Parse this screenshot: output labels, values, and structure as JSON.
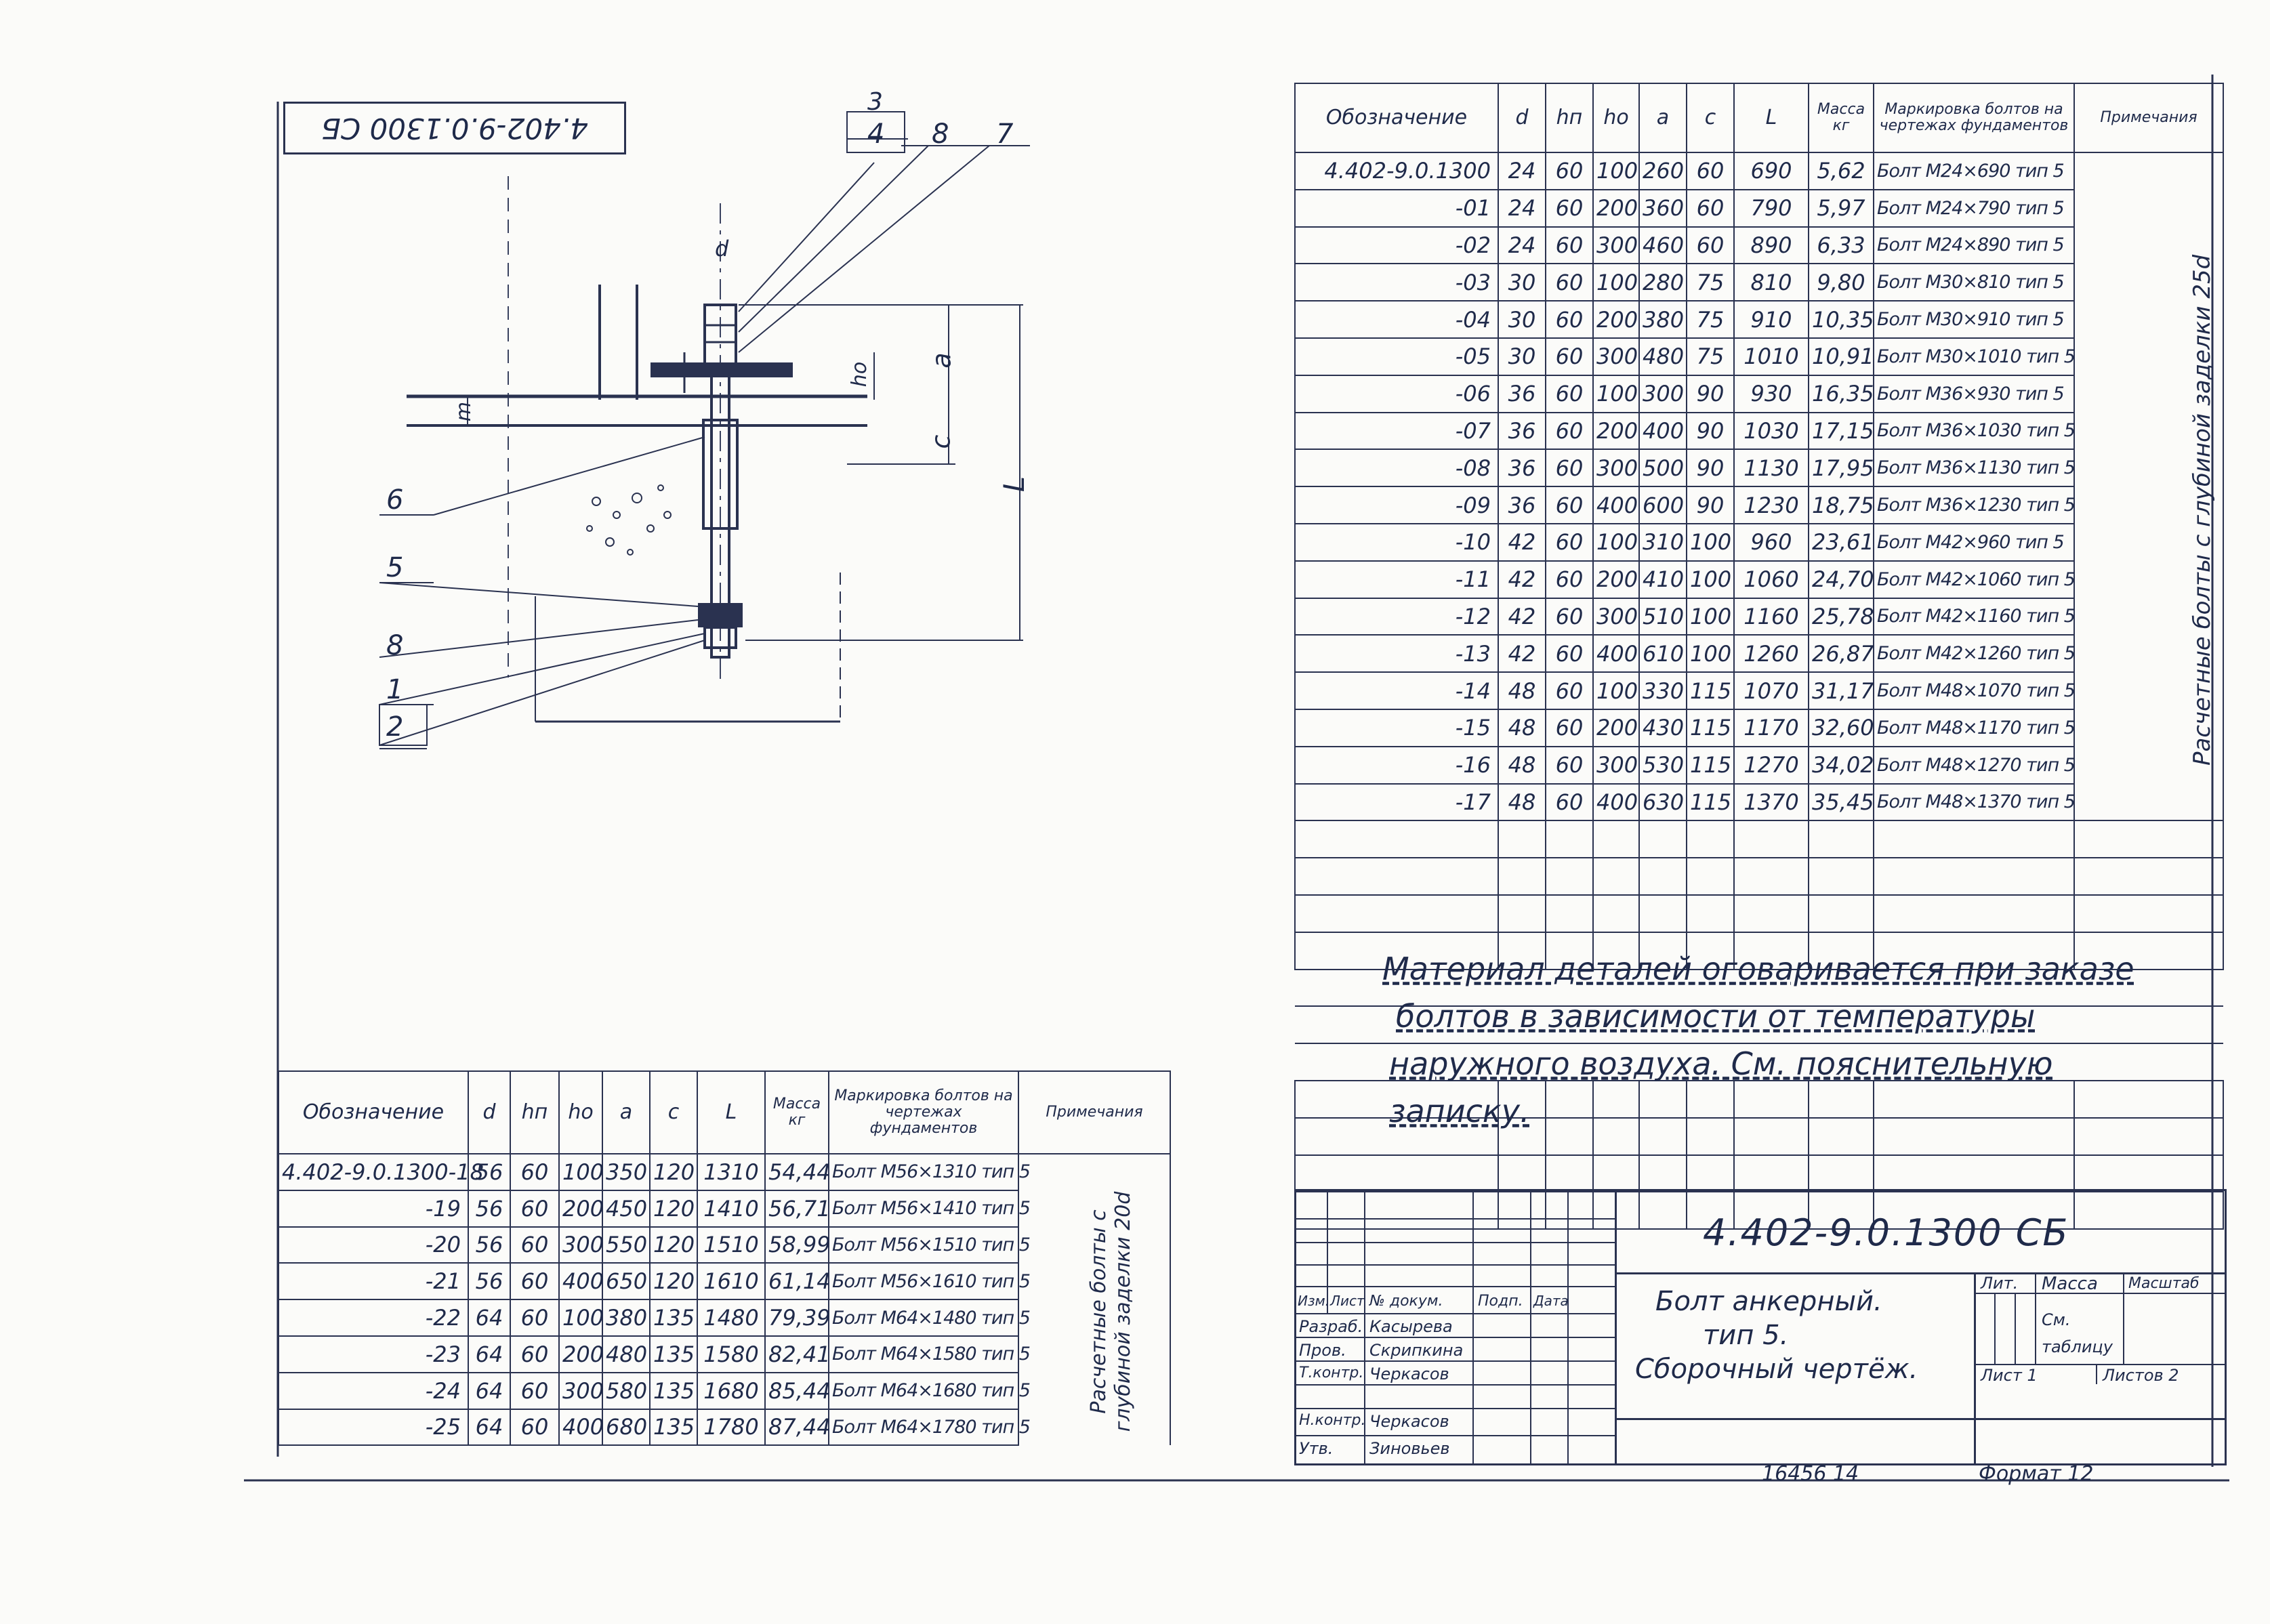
{
  "stamp_top": "4.402-9.0.1300 СБ",
  "callouts": [
    "3",
    "4",
    "8",
    "7",
    "6",
    "5",
    "8",
    "1",
    "2"
  ],
  "dimension_labels": {
    "d": "d",
    "a": "a",
    "c": "c",
    "ho": "ho",
    "L": "L",
    "m": "m"
  },
  "columns": {
    "designation": "Обозначение",
    "d": "d",
    "hn": "hп",
    "ho": "hо",
    "a": "a",
    "c": "c",
    "L": "L",
    "mass": "Масса кг",
    "marking": "Маркировка болтов на чертежах фундаментов",
    "notes": "Примечания"
  },
  "right_table": {
    "note": "Расчетные болты с глубиной заделки 25d",
    "rows": [
      {
        "des": "4.402-9.0.1300",
        "d": "24",
        "hn": "60",
        "ho": "100",
        "a": "260",
        "c": "60",
        "L": "690",
        "mass": "5,62",
        "mark": "Болт М24×690 тип 5"
      },
      {
        "des": "-01",
        "d": "24",
        "hn": "60",
        "ho": "200",
        "a": "360",
        "c": "60",
        "L": "790",
        "mass": "5,97",
        "mark": "Болт М24×790 тип 5"
      },
      {
        "des": "-02",
        "d": "24",
        "hn": "60",
        "ho": "300",
        "a": "460",
        "c": "60",
        "L": "890",
        "mass": "6,33",
        "mark": "Болт М24×890 тип 5"
      },
      {
        "des": "-03",
        "d": "30",
        "hn": "60",
        "ho": "100",
        "a": "280",
        "c": "75",
        "L": "810",
        "mass": "9,80",
        "mark": "Болт М30×810 тип 5"
      },
      {
        "des": "-04",
        "d": "30",
        "hn": "60",
        "ho": "200",
        "a": "380",
        "c": "75",
        "L": "910",
        "mass": "10,35",
        "mark": "Болт М30×910 тип 5"
      },
      {
        "des": "-05",
        "d": "30",
        "hn": "60",
        "ho": "300",
        "a": "480",
        "c": "75",
        "L": "1010",
        "mass": "10,91",
        "mark": "Болт М30×1010 тип 5"
      },
      {
        "des": "-06",
        "d": "36",
        "hn": "60",
        "ho": "100",
        "a": "300",
        "c": "90",
        "L": "930",
        "mass": "16,35",
        "mark": "Болт М36×930 тип 5"
      },
      {
        "des": "-07",
        "d": "36",
        "hn": "60",
        "ho": "200",
        "a": "400",
        "c": "90",
        "L": "1030",
        "mass": "17,15",
        "mark": "Болт М36×1030 тип 5"
      },
      {
        "des": "-08",
        "d": "36",
        "hn": "60",
        "ho": "300",
        "a": "500",
        "c": "90",
        "L": "1130",
        "mass": "17,95",
        "mark": "Болт М36×1130 тип 5"
      },
      {
        "des": "-09",
        "d": "36",
        "hn": "60",
        "ho": "400",
        "a": "600",
        "c": "90",
        "L": "1230",
        "mass": "18,75",
        "mark": "Болт М36×1230 тип 5"
      },
      {
        "des": "-10",
        "d": "42",
        "hn": "60",
        "ho": "100",
        "a": "310",
        "c": "100",
        "L": "960",
        "mass": "23,61",
        "mark": "Болт М42×960 тип 5"
      },
      {
        "des": "-11",
        "d": "42",
        "hn": "60",
        "ho": "200",
        "a": "410",
        "c": "100",
        "L": "1060",
        "mass": "24,70",
        "mark": "Болт М42×1060 тип 5"
      },
      {
        "des": "-12",
        "d": "42",
        "hn": "60",
        "ho": "300",
        "a": "510",
        "c": "100",
        "L": "1160",
        "mass": "25,78",
        "mark": "Болт М42×1160 тип 5"
      },
      {
        "des": "-13",
        "d": "42",
        "hn": "60",
        "ho": "400",
        "a": "610",
        "c": "100",
        "L": "1260",
        "mass": "26,87",
        "mark": "Болт М42×1260 тип 5"
      },
      {
        "des": "-14",
        "d": "48",
        "hn": "60",
        "ho": "100",
        "a": "330",
        "c": "115",
        "L": "1070",
        "mass": "31,17",
        "mark": "Болт М48×1070 тип 5"
      },
      {
        "des": "-15",
        "d": "48",
        "hn": "60",
        "ho": "200",
        "a": "430",
        "c": "115",
        "L": "1170",
        "mass": "32,60",
        "mark": "Болт М48×1170 тип 5"
      },
      {
        "des": "-16",
        "d": "48",
        "hn": "60",
        "ho": "300",
        "a": "530",
        "c": "115",
        "L": "1270",
        "mass": "34,02",
        "mark": "Болт М48×1270 тип 5"
      },
      {
        "des": "-17",
        "d": "48",
        "hn": "60",
        "ho": "400",
        "a": "630",
        "c": "115",
        "L": "1370",
        "mass": "35,45",
        "mark": "Болт М48×1370 тип 5"
      }
    ]
  },
  "left_table": {
    "note": "Расчетные болты с глубиной заделки 20d",
    "rows": [
      {
        "des": "4.402-9.0.1300-18",
        "d": "56",
        "hn": "60",
        "ho": "100",
        "a": "350",
        "c": "120",
        "L": "1310",
        "mass": "54,44",
        "mark": "Болт М56×1310 тип 5"
      },
      {
        "des": "-19",
        "d": "56",
        "hn": "60",
        "ho": "200",
        "a": "450",
        "c": "120",
        "L": "1410",
        "mass": "56,71",
        "mark": "Болт М56×1410 тип 5"
      },
      {
        "des": "-20",
        "d": "56",
        "hn": "60",
        "ho": "300",
        "a": "550",
        "c": "120",
        "L": "1510",
        "mass": "58,99",
        "mark": "Болт М56×1510 тип 5"
      },
      {
        "des": "-21",
        "d": "56",
        "hn": "60",
        "ho": "400",
        "a": "650",
        "c": "120",
        "L": "1610",
        "mass": "61,14",
        "mark": "Болт М56×1610 тип 5"
      },
      {
        "des": "-22",
        "d": "64",
        "hn": "60",
        "ho": "100",
        "a": "380",
        "c": "135",
        "L": "1480",
        "mass": "79,39",
        "mark": "Болт М64×1480 тип 5"
      },
      {
        "des": "-23",
        "d": "64",
        "hn": "60",
        "ho": "200",
        "a": "480",
        "c": "135",
        "L": "1580",
        "mass": "82,41",
        "mark": "Болт М64×1580 тип 5"
      },
      {
        "des": "-24",
        "d": "64",
        "hn": "60",
        "ho": "300",
        "a": "580",
        "c": "135",
        "L": "1680",
        "mass": "85,44",
        "mark": "Болт М64×1680 тип 5"
      },
      {
        "des": "-25",
        "d": "64",
        "hn": "60",
        "ho": "400",
        "a": "680",
        "c": "135",
        "L": "1780",
        "mass": "87,44",
        "mark": "Болт М64×1780 тип 5"
      }
    ]
  },
  "material_note": [
    "Материал деталей оговаривается при заказе",
    "болтов в зависимости от температуры",
    "наружного воздуха. См. пояснительную записку."
  ],
  "title_block": {
    "code": "4.402-9.0.1300 СБ",
    "title_lines": [
      "Болт анкерный.",
      "тип 5.",
      "Сборочный чертёж."
    ],
    "head_labels": [
      "Изм.",
      "Лист",
      "№ докум.",
      "Подп.",
      "Дата"
    ],
    "roles": [
      {
        "role": "Разраб.",
        "name": "Касырева"
      },
      {
        "role": "Пров.",
        "name": "Скрипкина"
      },
      {
        "role": "Т.контр.",
        "name": "Черкасов"
      },
      {
        "role": "Н.контр.",
        "name": "Черкасов"
      },
      {
        "role": "Утв.",
        "name": "Зиновьев"
      }
    ],
    "lit": "Лит.",
    "mass": "Масса",
    "mass_value": "См. таблицу",
    "scale": "Масштаб",
    "sheet": "Лист 1",
    "sheets": "Листов 2"
  },
  "bottom": {
    "inventory": "16456 14",
    "format": "Формат 12"
  }
}
